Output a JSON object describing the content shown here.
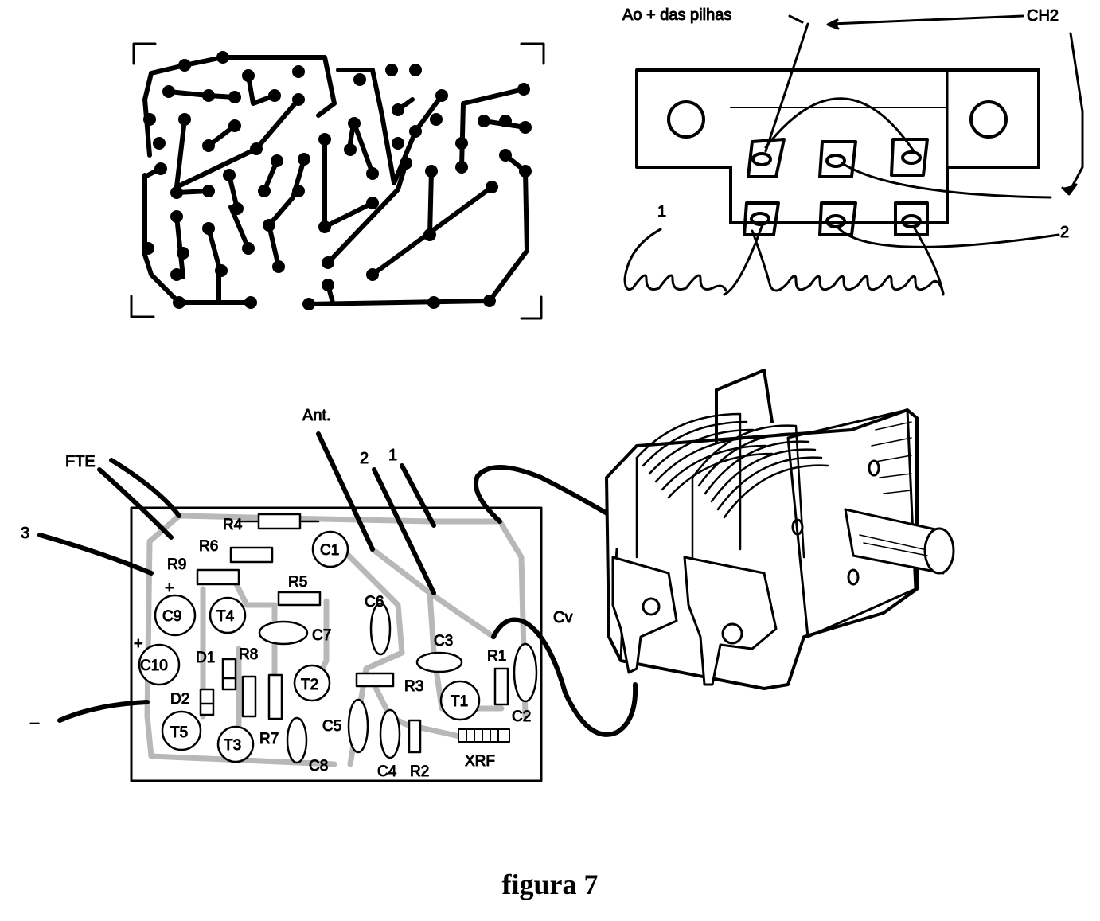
{
  "switch_labels": {
    "battery_plus": "Ao + das pilhas",
    "ch2": "CH2",
    "coil_1": "1",
    "coil_2": "2"
  },
  "board_labels": {
    "fte": "FTE",
    "wire_3": "3",
    "minus": "–",
    "ant": "Ant.",
    "wire_2": "2",
    "wire_1": "1",
    "cv": "Cv",
    "components": [
      "R4",
      "R6",
      "R9",
      "C1",
      "R5",
      "C6",
      "C9",
      "T4",
      "C7",
      "C3",
      "R1",
      "C10",
      "D1",
      "R8",
      "T2",
      "R3",
      "D2",
      "T1",
      "C2",
      "C5",
      "T5",
      "T3",
      "R7",
      "C8",
      "C4",
      "R2",
      "XRF"
    ]
  },
  "caption": "figura 7"
}
